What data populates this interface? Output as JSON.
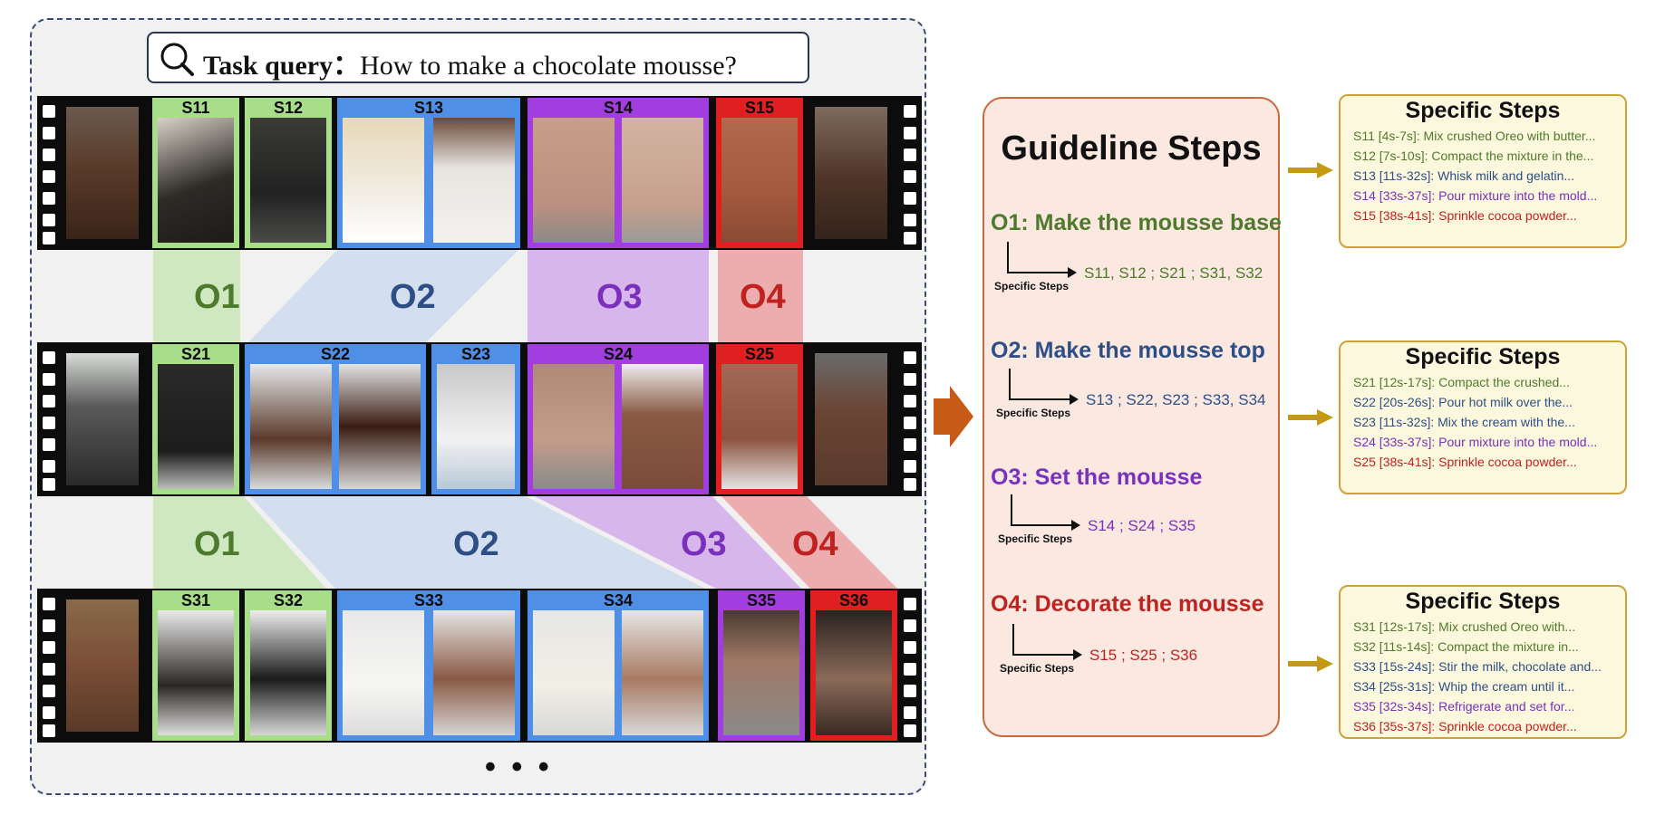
{
  "query": {
    "label": "Task query：",
    "text": "How to make a chocolate mousse?"
  },
  "ellipsis": "• • •",
  "reels": [
    {
      "labels": [
        "S11",
        "S12",
        "S13",
        "S14",
        "S15"
      ]
    },
    {
      "labels": [
        "S21",
        "S22",
        "S23",
        "S24",
        "S25"
      ]
    },
    {
      "labels": [
        "S31",
        "S32",
        "S33",
        "S34",
        "S35",
        "S36"
      ]
    }
  ],
  "overlay_row1": [
    "O1",
    "O2",
    "O3",
    "O4"
  ],
  "overlay_row2": [
    "O1",
    "O2",
    "O3",
    "O4"
  ],
  "colors": {
    "o1": "#4e7a2c",
    "o2": "#2d4f86",
    "o3": "#7b2fbd",
    "o4": "#c0221f",
    "o1_fill": "#a8de8a",
    "o2_fill": "#4f8fe6",
    "o3_fill": "#a23ee0",
    "o4_fill": "#e02020",
    "accent_arrow": "#c65a16",
    "spec_arrow": "#c39a12"
  },
  "guideline": {
    "title": "Guideline Steps",
    "arrow_label": "Specific Steps",
    "items": [
      {
        "head": "O1: Make the mousse base",
        "steps": "S11, S12 ; S21 ; S31, S32"
      },
      {
        "head": "O2: Make the mousse top",
        "steps": "S13 ; S22, S23 ; S33, S34"
      },
      {
        "head": "O3: Set the mousse",
        "steps": "S14 ; S24 ; S35"
      },
      {
        "head": "O4: Decorate the mousse",
        "steps": "S15 ; S25 ; S36"
      }
    ]
  },
  "specific": [
    {
      "title": "Specific Steps",
      "lines": [
        "S11 [4s-7s]:  Mix crushed Oreo with butter...",
        "S12 [7s-10s]:  Compact the mixture in the...",
        "S13 [11s-32s]:  Whisk milk and gelatin...",
        "S14 [33s-37s]:  Pour mixture into the mold...",
        "S15 [38s-41s]:  Sprinkle cocoa powder..."
      ]
    },
    {
      "title": "Specific Steps",
      "lines": [
        "S21 [12s-17s]:  Compact the crushed...",
        "S22 [20s-26s]:  Pour hot milk over the...",
        "S23 [11s-32s]:  Mix the cream with the...",
        "S24 [33s-37s]:  Pour mixture into the mold...",
        "S25 [38s-41s]:  Sprinkle cocoa powder..."
      ]
    },
    {
      "title": "Specific Steps",
      "lines": [
        "S31 [12s-17s]:  Mix crushed Oreo with...",
        "S32 [11s-14s]:  Compact the mixture in...",
        "S33 [15s-24s]:  Stir the milk, chocolate and...",
        "S34 [25s-31s]:  Whip the cream until it...",
        "S35 [32s-34s]: Refrigerate and set for...",
        "S36 [35s-37s]: Sprinkle cocoa powder..."
      ]
    }
  ]
}
